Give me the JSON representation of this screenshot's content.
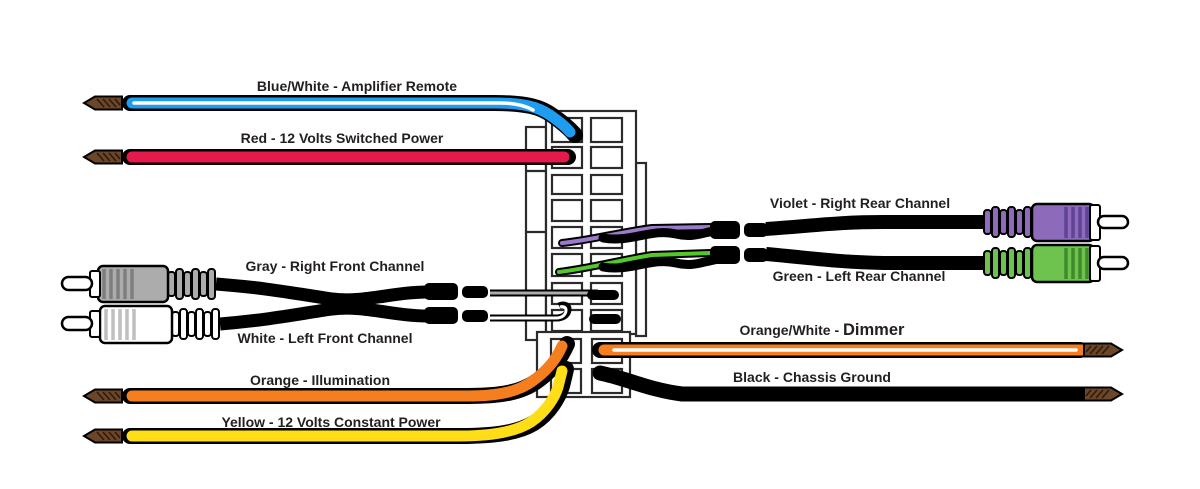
{
  "palette": {
    "outline": "#000000",
    "connector_stroke": "#2B2B2B",
    "label_color": "#231F20",
    "bare_copper": "#6B4628",
    "bare_hatch": "#2E1A0C",
    "background": "#FFFFFF"
  },
  "connector": {
    "description": "Head unit wiring harness connector",
    "main_pin_rows": 8,
    "main_pin_columns": 2,
    "aux_pin_rows": 2,
    "aux_pin_columns": 2
  },
  "wires": [
    {
      "name": "blue-white",
      "label": "Blue/White - Amplifier Remote",
      "color": "#1E9CF0",
      "stripe": "#FFFFFF"
    },
    {
      "name": "red",
      "label": "Red - 12 Volts Switched Power",
      "color": "#E5194B"
    },
    {
      "name": "gray",
      "label": "Gray - Right Front Channel",
      "color": "#ACACAC",
      "knurl": "#7E7E7E",
      "connector_type": "RCA"
    },
    {
      "name": "white",
      "label": "White - Left Front Channel",
      "color": "#FFFFFF",
      "knurl": "#BFBFBF",
      "connector_type": "RCA"
    },
    {
      "name": "orange",
      "label": "Orange - Illumination",
      "color": "#F57E1F"
    },
    {
      "name": "yellow",
      "label": "Yellow - 12 Volts Constant Power",
      "color": "#FFDE17"
    },
    {
      "name": "violet",
      "label": "Violet - Right Rear Channel",
      "color": "#8E6ABA",
      "lead": "#9B79CB",
      "knurl": "#5E4396",
      "connector_type": "RCA"
    },
    {
      "name": "green",
      "label": "Green - Left Rear Channel",
      "color": "#6EC24E",
      "lead": "#55C72B",
      "knurl": "#3F8A2B",
      "connector_type": "RCA"
    },
    {
      "name": "orange-white",
      "label_prefix": "Orange/White - ",
      "label_emphasis": "Dimmer",
      "color": "#F57E1F",
      "stripe": "#FFFFFF"
    },
    {
      "name": "black",
      "label": "Black - Chassis Ground",
      "color": "#000000"
    }
  ]
}
